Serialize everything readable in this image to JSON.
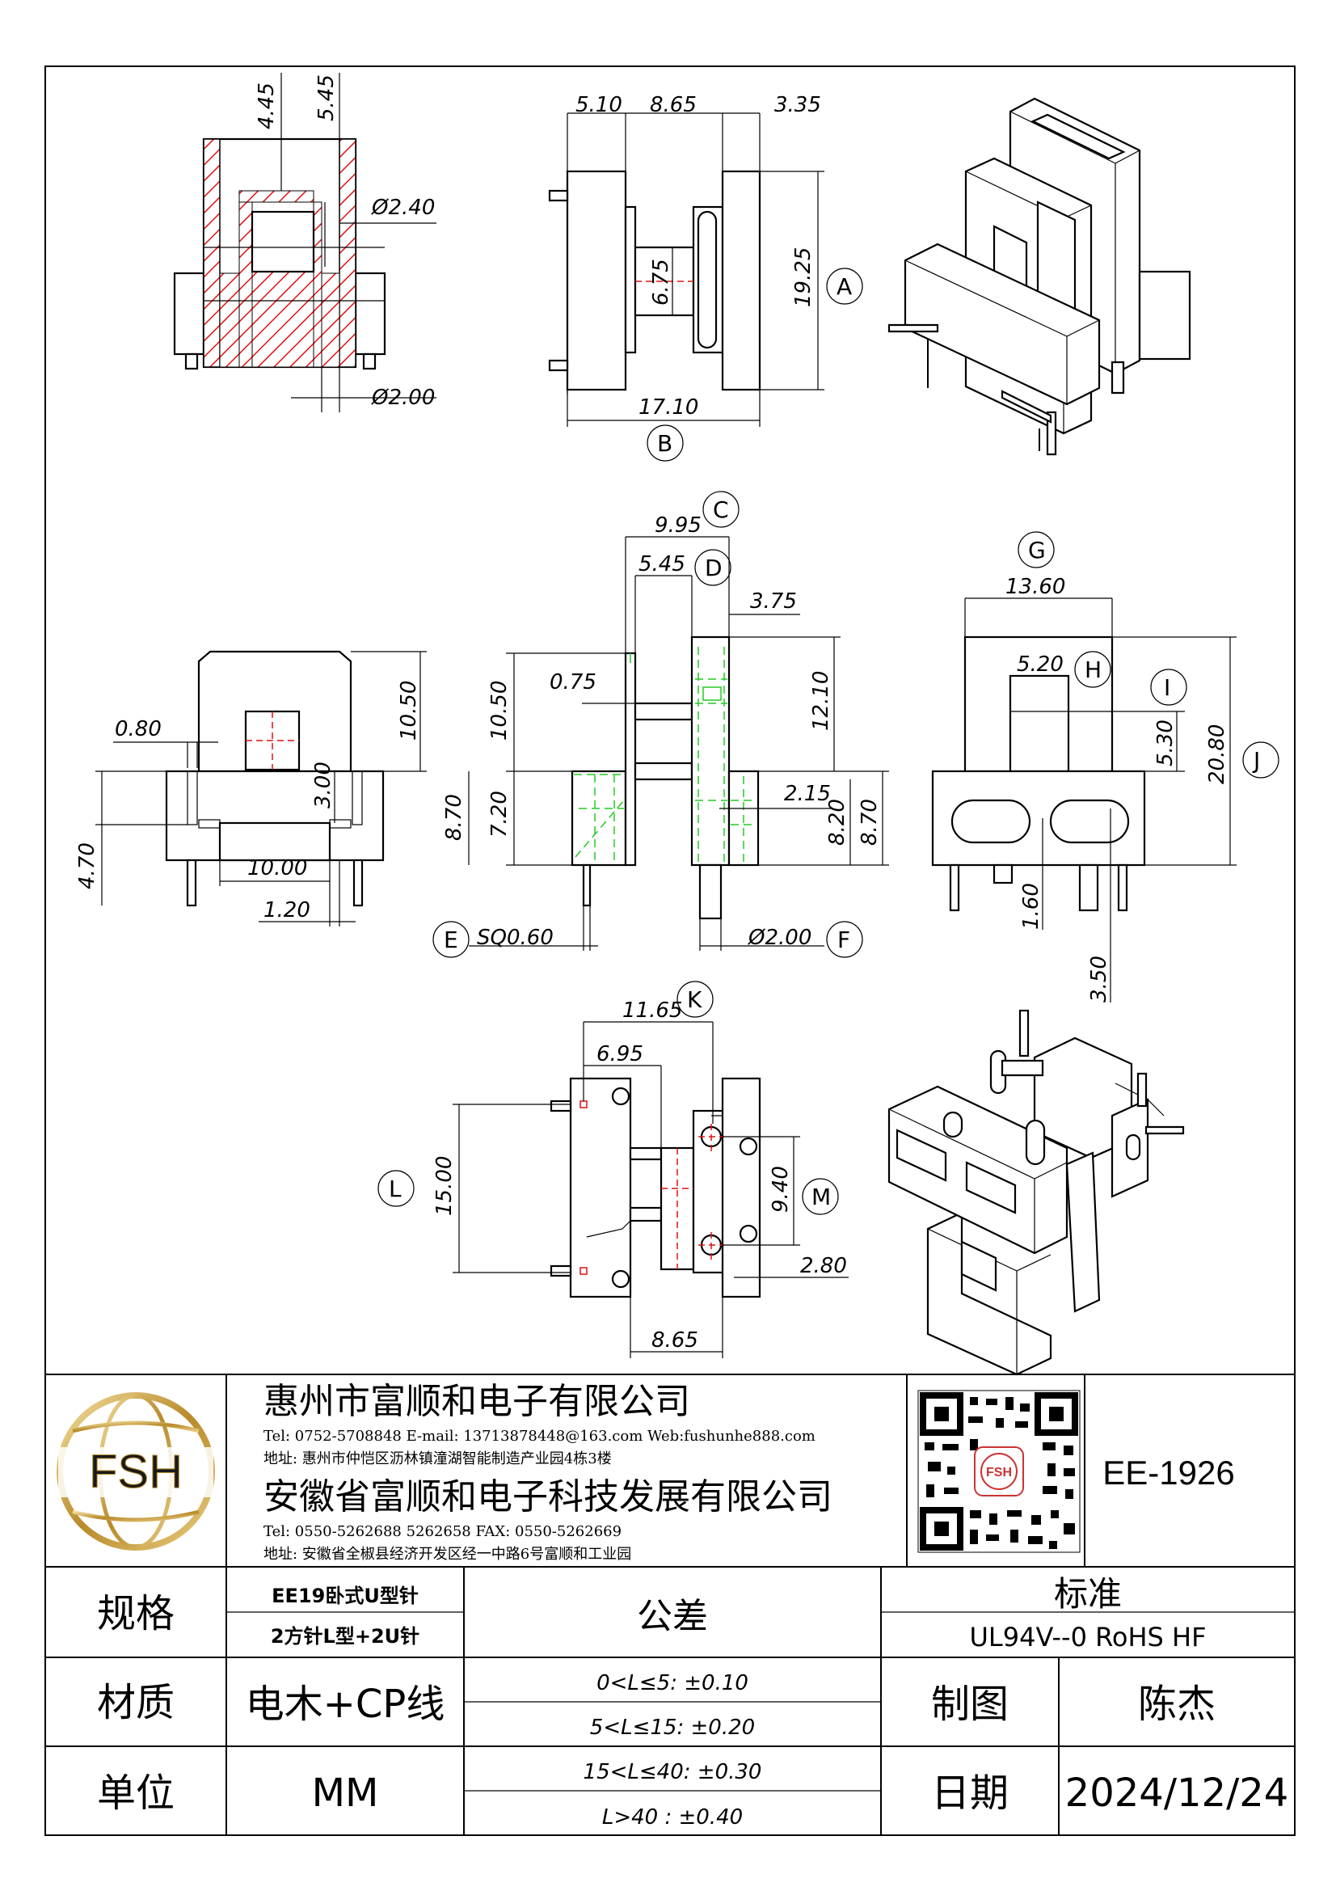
{
  "dimensions": {
    "top_left": [
      "4.45",
      "5.45",
      "Ø2.40",
      "Ø2.00"
    ],
    "top_middle": [
      "5.10",
      "8.65",
      "3.35",
      "6.75",
      "19.25",
      "17.10"
    ],
    "middle_left": [
      "10.50",
      "0.80",
      "3.00",
      "4.70",
      "10.00",
      "1.20"
    ],
    "middle_center": [
      "9.95",
      "5.45",
      "3.75",
      "0.75",
      "10.50",
      "12.10",
      "8.70",
      "7.20",
      "2.15",
      "8.20",
      "8.70",
      "SQ0.60",
      "Ø2.00"
    ],
    "middle_right": [
      "13.60",
      "5.20",
      "5.30",
      "20.80",
      "1.60",
      "3.50"
    ],
    "bottom": [
      "11.65",
      "6.95",
      "15.00",
      "9.40",
      "2.80",
      "8.65"
    ]
  },
  "callouts": [
    "A",
    "B",
    "C",
    "D",
    "E",
    "F",
    "G",
    "H",
    "I",
    "J",
    "K",
    "L",
    "M"
  ],
  "title_block": {
    "logo_text": "FSH",
    "company1": "惠州市富顺和电子有限公司",
    "contact1": "Tel: 0752-5708848  E-mail: 13713878448@163.com  Web:fushunhe888.com",
    "address1": "地址: 惠州市仲恺区沥林镇潼湖智能制造产业园4栋3楼",
    "company2": "安徽省富顺和电子科技发展有限公司",
    "contact2": "Tel:  0550-5262688  5262658      FAX:  0550-5262669",
    "address2": "地址: 安徽省全椒县经济开发区经一中路6号富顺和工业园",
    "qr_badge": "FSH",
    "part_no": "EE-1926"
  },
  "spec_table": {
    "spec_label": "规格",
    "spec_value_line1": "EE19卧式U型针",
    "spec_value_line2": "2方针L型+2U针",
    "tolerance_label": "公差",
    "standard_label": "标准",
    "standard_value": "UL94V--0   RoHS  HF",
    "material_label": "材质",
    "material_value": "电木+CP线",
    "tolerances": [
      "0<L≤5: ±0.10",
      "5<L≤15: ±0.20",
      "15<L≤40: ±0.30",
      "L>40 :  ±0.40"
    ],
    "drawn_label": "制图",
    "drawn_value": "陈杰",
    "unit_label": "单位",
    "unit_value": "MM",
    "date_label": "日期",
    "date_value": "2024/12/24"
  }
}
